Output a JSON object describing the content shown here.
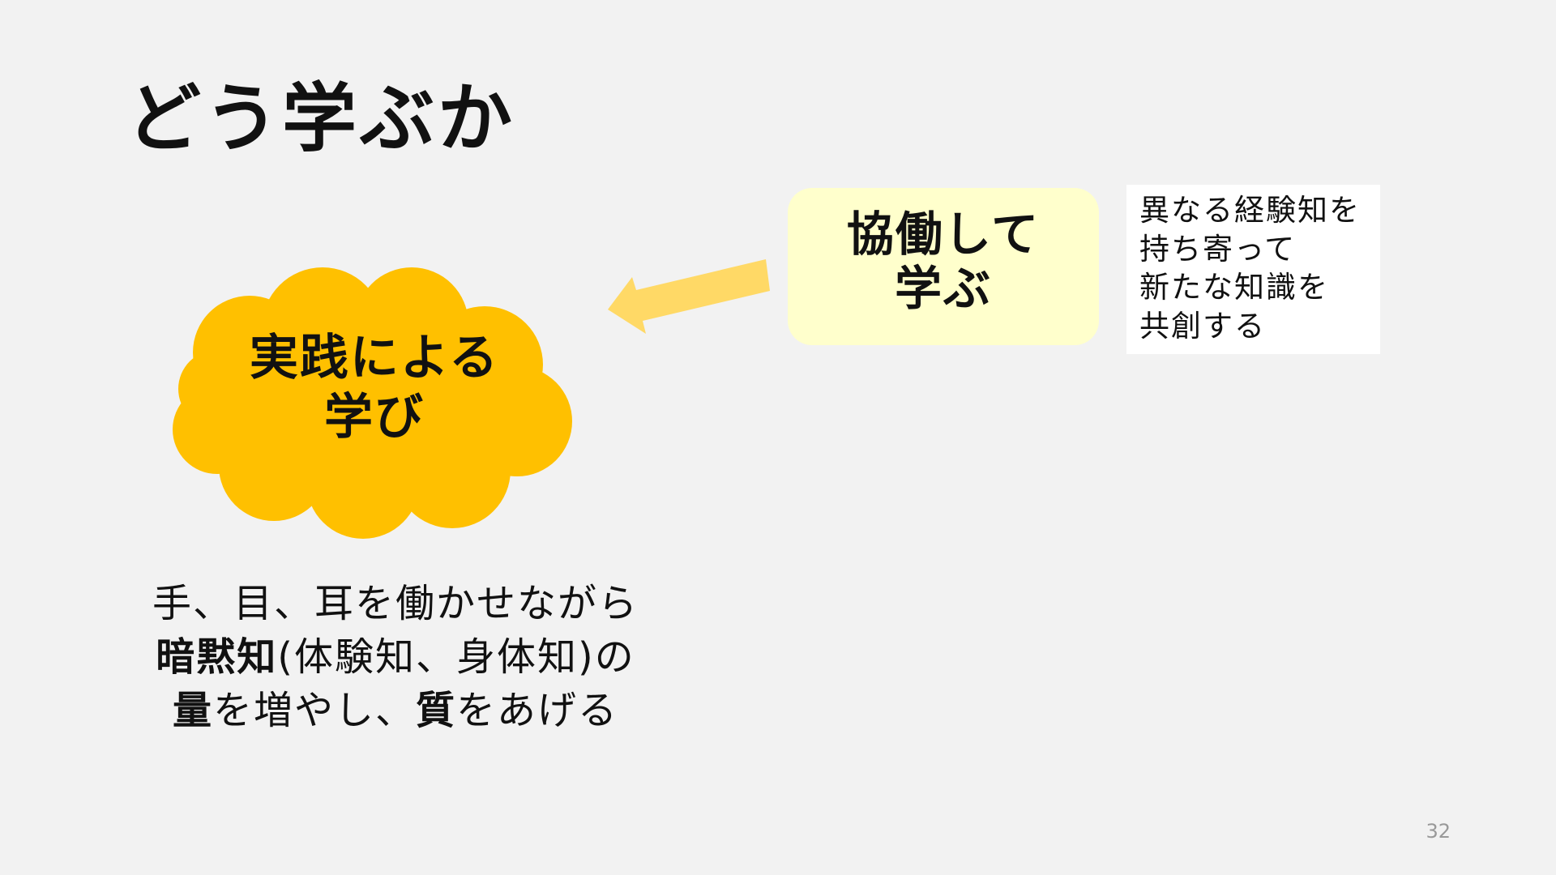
{
  "slide": {
    "title": "どう学ぶか",
    "page_number": "32"
  },
  "cloud": {
    "line1": "実践による",
    "line2": "学び",
    "color": "#ffc000"
  },
  "arrow": {
    "color": "#ffd966",
    "icon": "left-arrow-icon"
  },
  "collaboration": {
    "line1": "協働して",
    "line2": "学ぶ",
    "background": "#ffffcc"
  },
  "note": {
    "lines": [
      "異なる経験知を",
      "持ち寄って",
      "新たな知識を",
      "共創する"
    ]
  },
  "body": {
    "line1": "手、目、耳を働かせながら",
    "line2_bold": "暗黙知",
    "line2_rest": "(体験知、身体知)の",
    "line3_bold1": "量",
    "line3_mid": "を増やし、",
    "line3_bold2": "質",
    "line3_end": "をあげる"
  }
}
